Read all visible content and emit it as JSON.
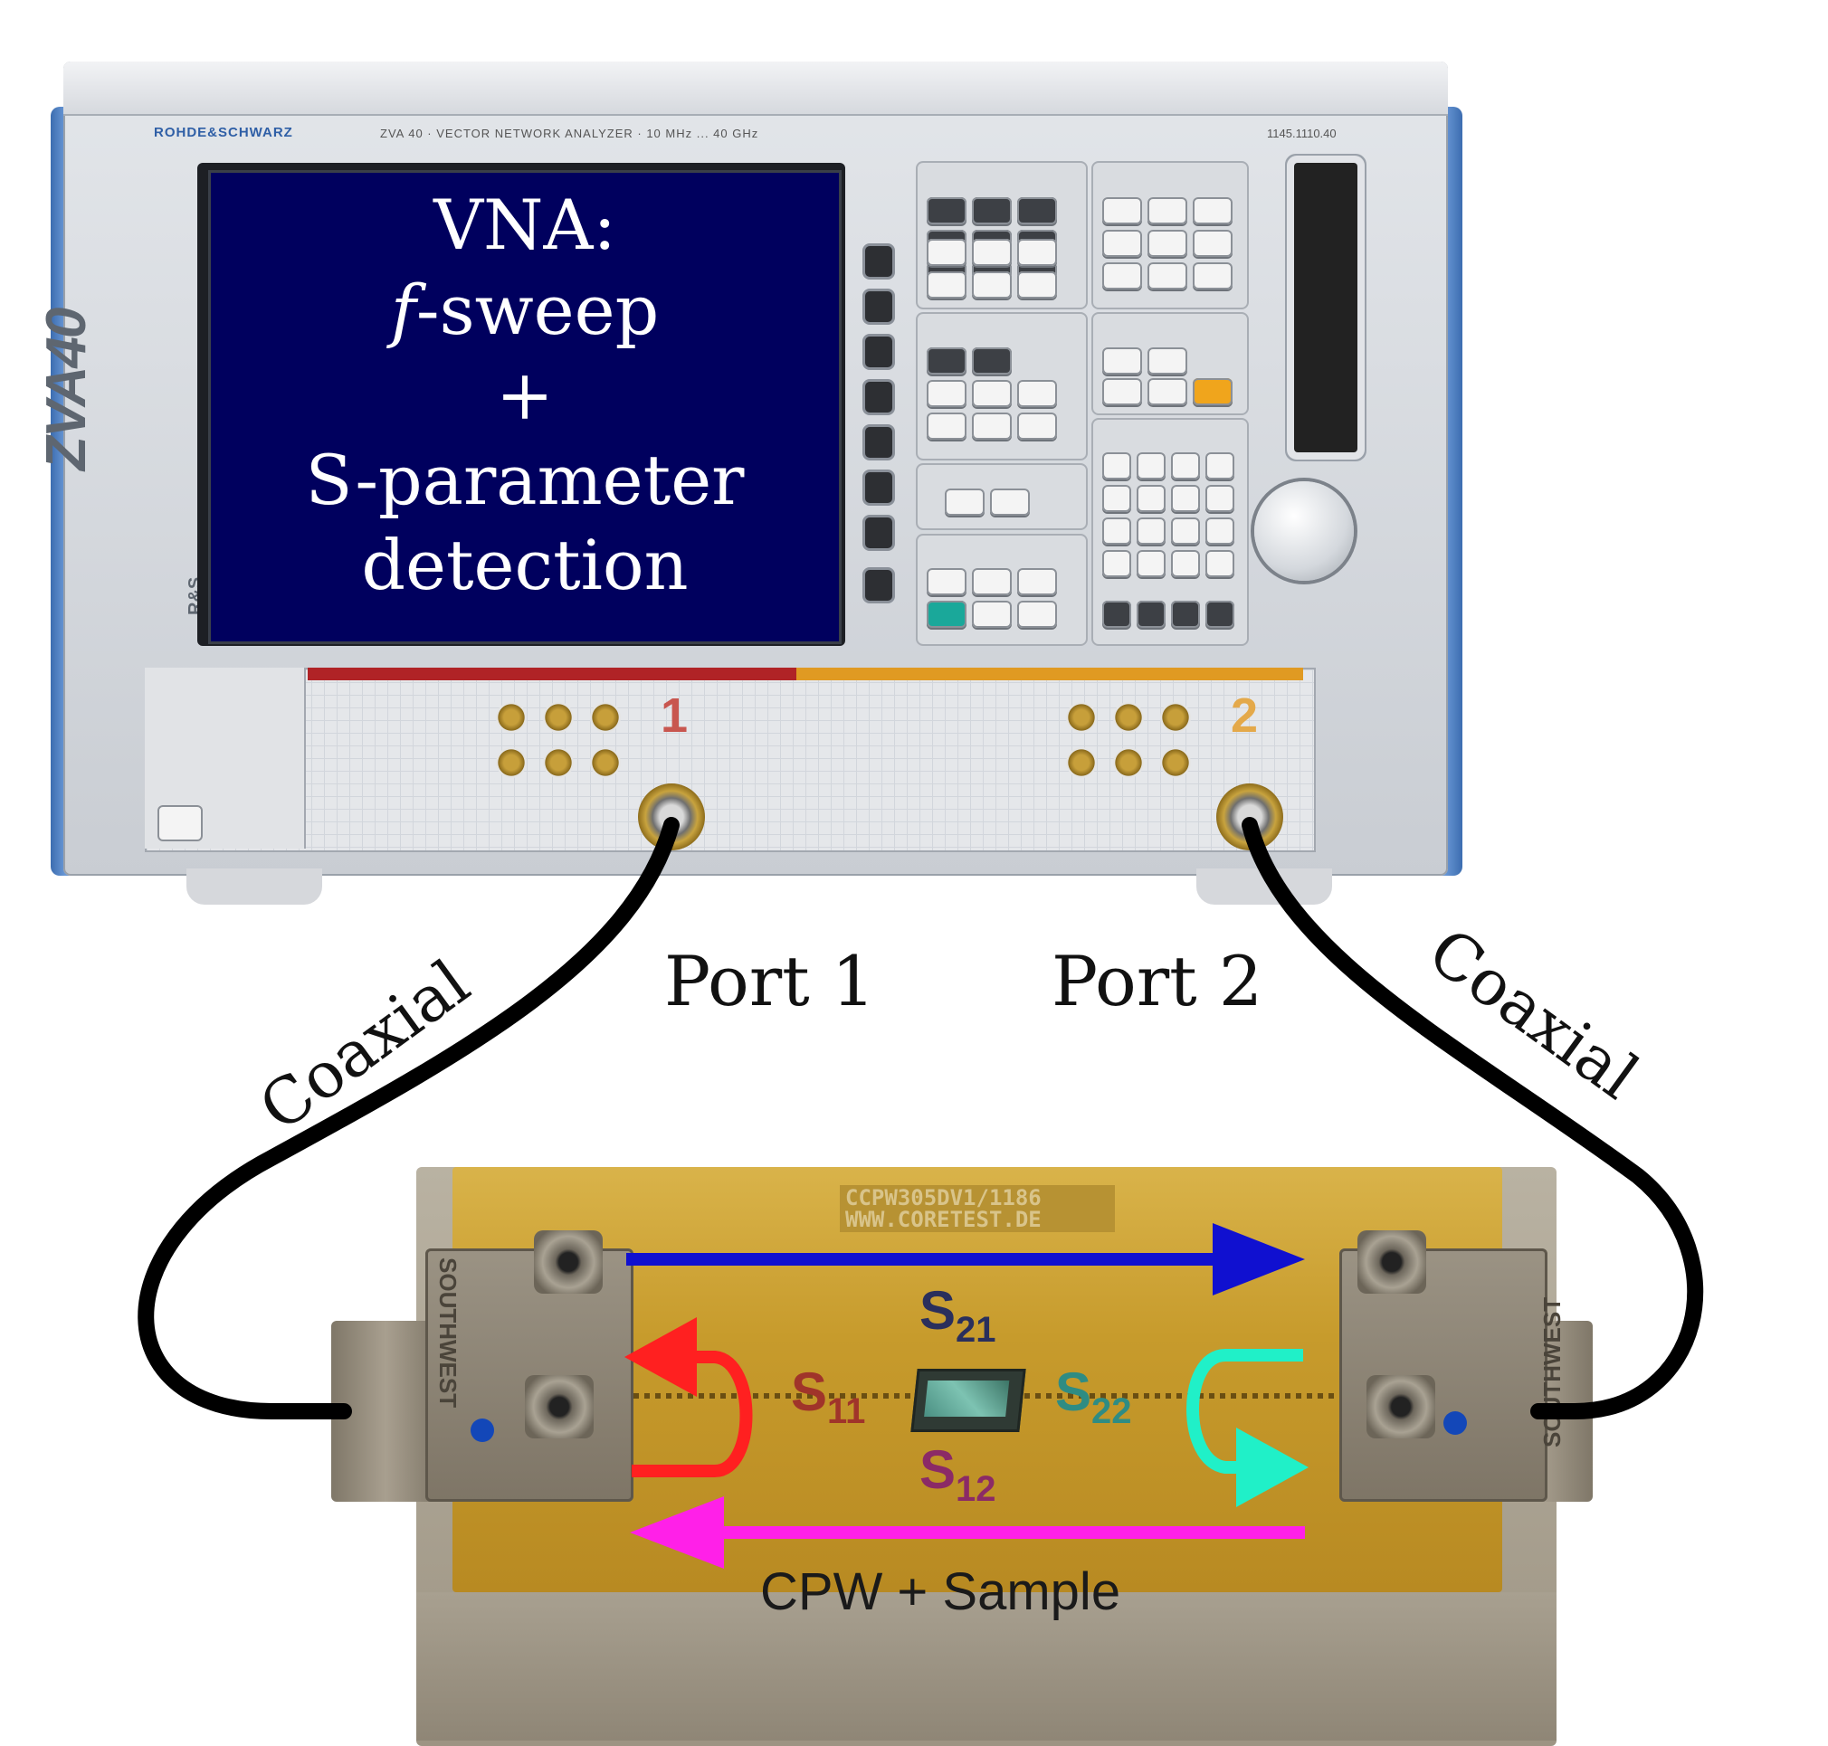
{
  "instrument": {
    "brand": "ROHDE&SCHWARZ",
    "model_line": "ZVA 40 · VECTOR NETWORK ANALYZER · 10 MHz ... 40 GHz",
    "serial": "1145.1110.40",
    "logo_text": "ZVA40",
    "logo_prefix": "R&S",
    "screen_lines": [
      "VNA:",
      "-sweep",
      "+",
      "S-parameter",
      "detection"
    ],
    "screen_symbol": "f",
    "port1_number": "1",
    "port2_number": "2"
  },
  "labels": {
    "port1": "Port 1",
    "port2": "Port 2",
    "coax_left": "Coaxial",
    "coax_right": "Coaxial"
  },
  "fixture": {
    "stamp_line1": "CCPW305DV1/1186",
    "stamp_line2": "WWW.CORETEST.DE",
    "launcher_left": "SOUTHWEST",
    "launcher_right": "SOUTHWEST",
    "caption": "CPW + Sample",
    "s_params": [
      {
        "name": "S",
        "sub": "21",
        "color": "#2a2f5c"
      },
      {
        "name": "S",
        "sub": "11",
        "color": "#a0342a"
      },
      {
        "name": "S",
        "sub": "22",
        "color": "#2f8c83"
      },
      {
        "name": "S",
        "sub": "12",
        "color": "#8b2a66"
      }
    ],
    "arrow_colors": {
      "s21": "#1010d0",
      "s11": "#ff2020",
      "s22": "#20f0c8",
      "s12": "#ff20e8"
    }
  }
}
